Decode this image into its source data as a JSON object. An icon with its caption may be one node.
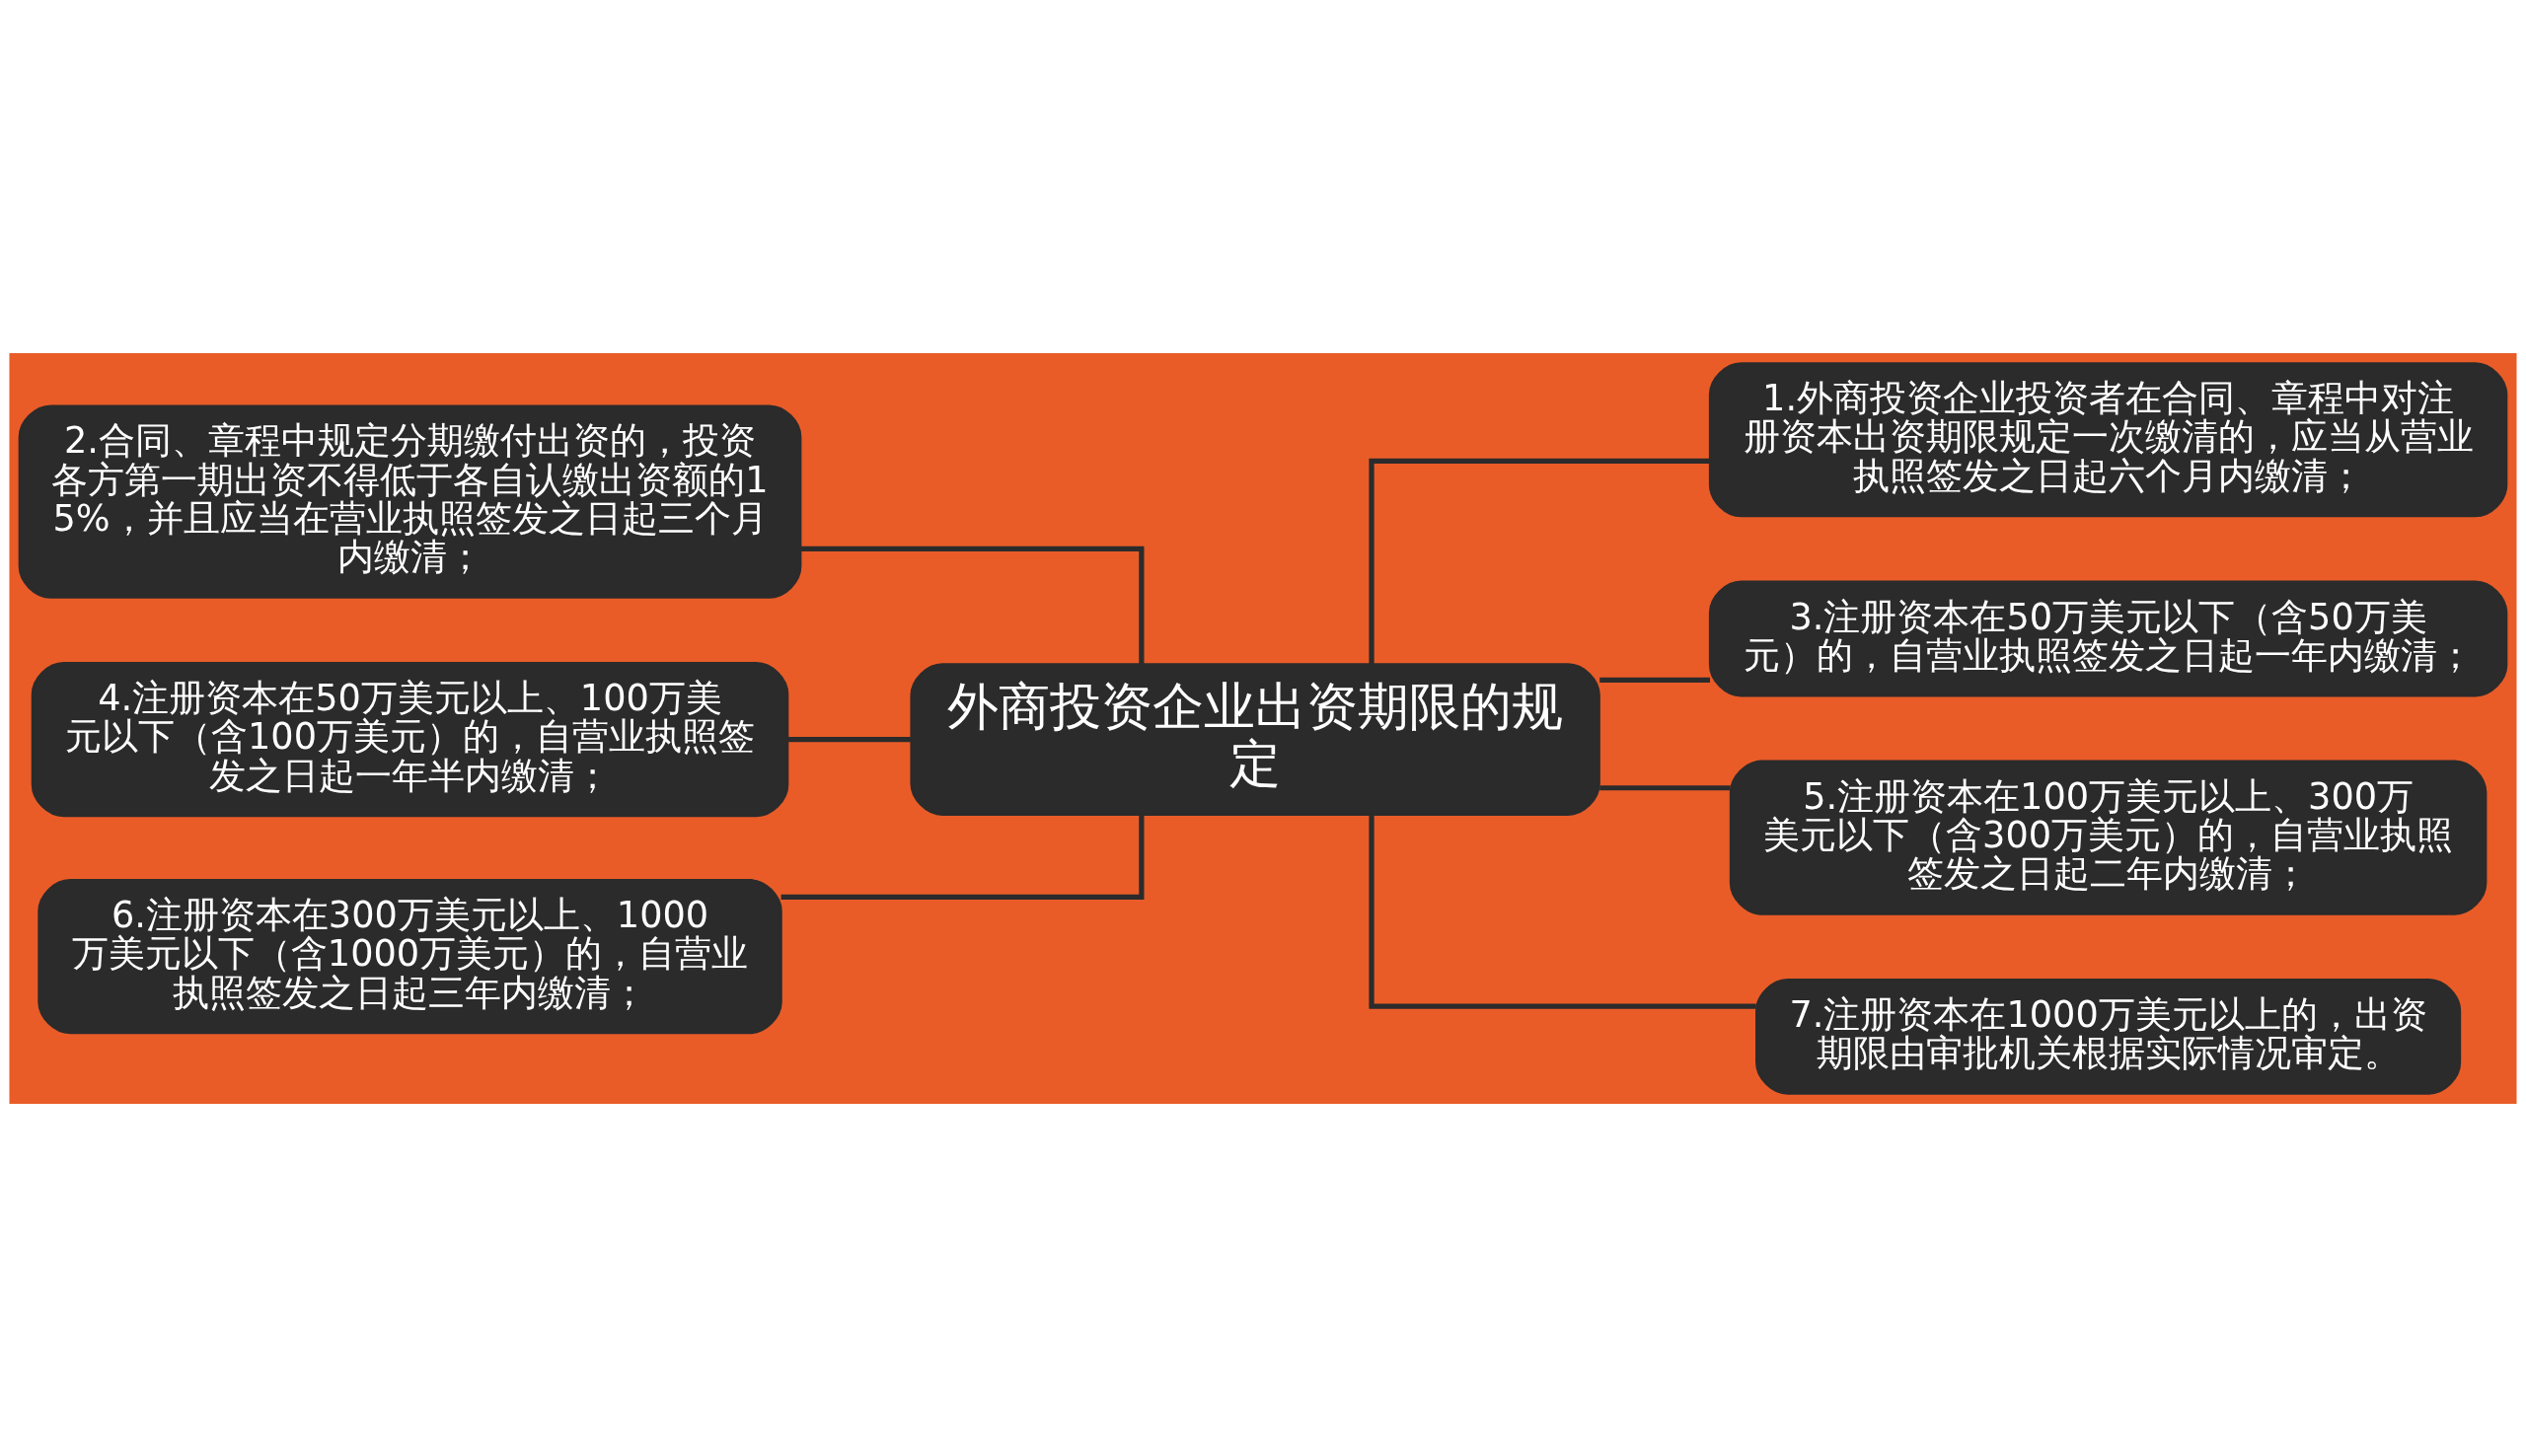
{
  "diagram": {
    "nodes": [
      {
        "text": [
          "外商投资企业出资期限的规定"
        ]
      },
      {
        "text": [
          "1.外商投资企业投资者在合同、章程中对注册资本出资期限规定一次缴清的，应当从营业执照签发之日起六个月内缴清；"
        ]
      },
      {
        "text": [
          "2.合同、章程中规定分期缴付出资的，投资各方第一期出资不得低于各自认缴出资额的15%，并且应当在营业执照签发之日起三个月内缴清；"
        ]
      },
      {
        "text": [
          "3.注册资本在50万美元以下（含50万美元）的，自营业执照签发之日起一年内缴清；"
        ]
      },
      {
        "text": [
          "4.注册资本在50万美元以上、100万美元以下（含100万美元）的，自营业执照签发之日起一年半内缴清；"
        ]
      },
      {
        "text": [
          "5.注册资本在100万美元以上、300万美元以下（含300万美元）的，自营业执照签发之日起二年内缴清；"
        ]
      },
      {
        "text": [
          "6.注册资本在300万美元以上、1000万美元以下（含1000万美元）的，自营业执照签发之日起三年内缴清；"
        ]
      },
      {
        "text": [
          "7.注册资本在1000万美元以上的，出资期限由审批机关根据实际情况审定。"
        ]
      }
    ],
    "edges": [
      {
        "from": 0,
        "to": 1,
        "arrow": "none"
      },
      {
        "from": 0,
        "to": 2,
        "arrow": "none"
      },
      {
        "from": 0,
        "to": 3,
        "arrow": "none"
      },
      {
        "from": 0,
        "to": 4,
        "arrow": "none"
      },
      {
        "from": 0,
        "to": 5,
        "arrow": "none"
      },
      {
        "from": 0,
        "to": 6,
        "arrow": "none"
      },
      {
        "from": 0,
        "to": 7,
        "arrow": "none"
      }
    ]
  }
}
